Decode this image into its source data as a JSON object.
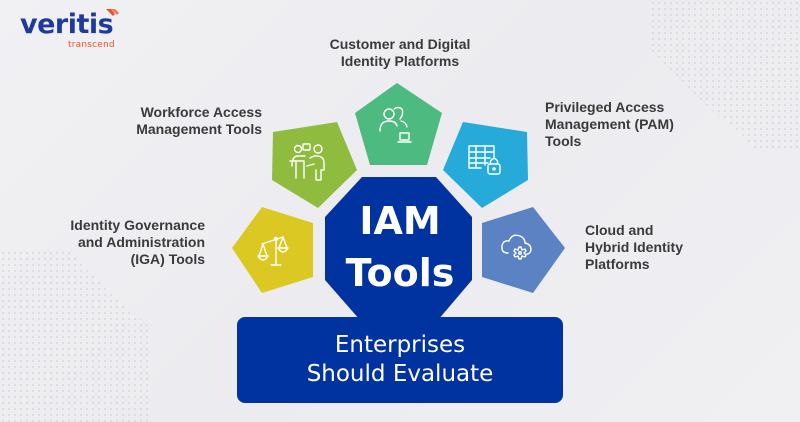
{
  "brand": {
    "name": "veritis",
    "tagline": "transcend",
    "colors": {
      "primary": "#1e3a9c",
      "accent": "#e8532a"
    }
  },
  "diagram": {
    "center": {
      "line1": "IAM",
      "line2": "Tools",
      "color": "#0033a0"
    },
    "footer": {
      "line1": "Enterprises",
      "line2": "Should Evaluate",
      "color": "#0033a0"
    },
    "categories": [
      {
        "id": "iga",
        "lines": [
          "Identity Governance",
          "and Administration",
          "(IGA) Tools"
        ],
        "icon": "scales-icon",
        "color": "#dcc823"
      },
      {
        "id": "workforce",
        "lines": [
          "Workforce Access",
          "Management Tools"
        ],
        "icon": "presenter-icon",
        "color": "#8fbc3f"
      },
      {
        "id": "customer",
        "lines": [
          "Customer and Digital",
          "Identity Platforms"
        ],
        "icon": "users-laptop-icon",
        "color": "#4dba7f"
      },
      {
        "id": "pam",
        "lines": [
          "Privileged Access",
          "Management (PAM)",
          "Tools"
        ],
        "icon": "table-lock-icon",
        "color": "#26aad9"
      },
      {
        "id": "cloud",
        "lines": [
          "Cloud and",
          "Hybrid Identity",
          "Platforms"
        ],
        "icon": "cloud-gear-icon",
        "color": "#5b83c4"
      }
    ]
  }
}
